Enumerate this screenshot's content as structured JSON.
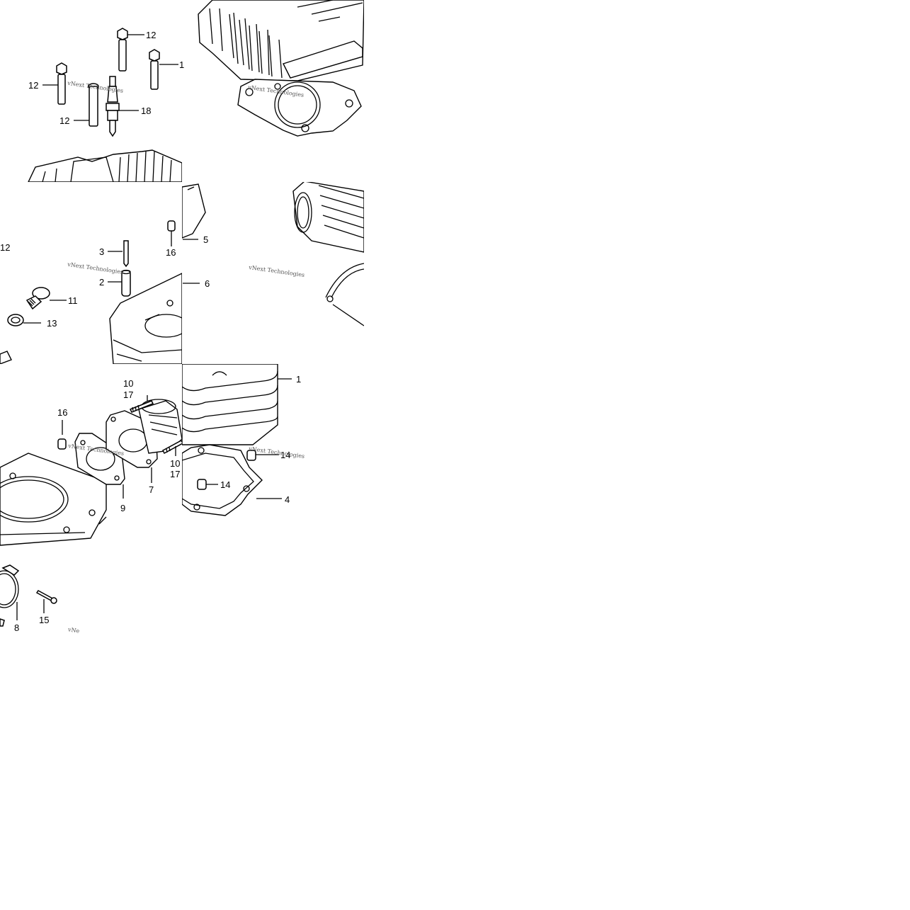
{
  "labels": {
    "l1": "1",
    "l2": "2",
    "l3": "3",
    "l4": "4",
    "l5": "5",
    "l6": "6",
    "l7": "7",
    "l8": "8",
    "l9": "9",
    "l10a": "10",
    "l17a": "17",
    "l10b": "10",
    "l17b": "17",
    "l11": "11",
    "l12a": "12",
    "l12b": "12",
    "l12c": "12",
    "l12d": "12",
    "l12e": "1",
    "l13": "13",
    "l14a": "14",
    "l14b": "14",
    "l15": "15",
    "l16a": "16",
    "l16b": "16",
    "l18": "18"
  },
  "watermark": {
    "line1": "vNext Technologies",
    "short": "vNe"
  }
}
